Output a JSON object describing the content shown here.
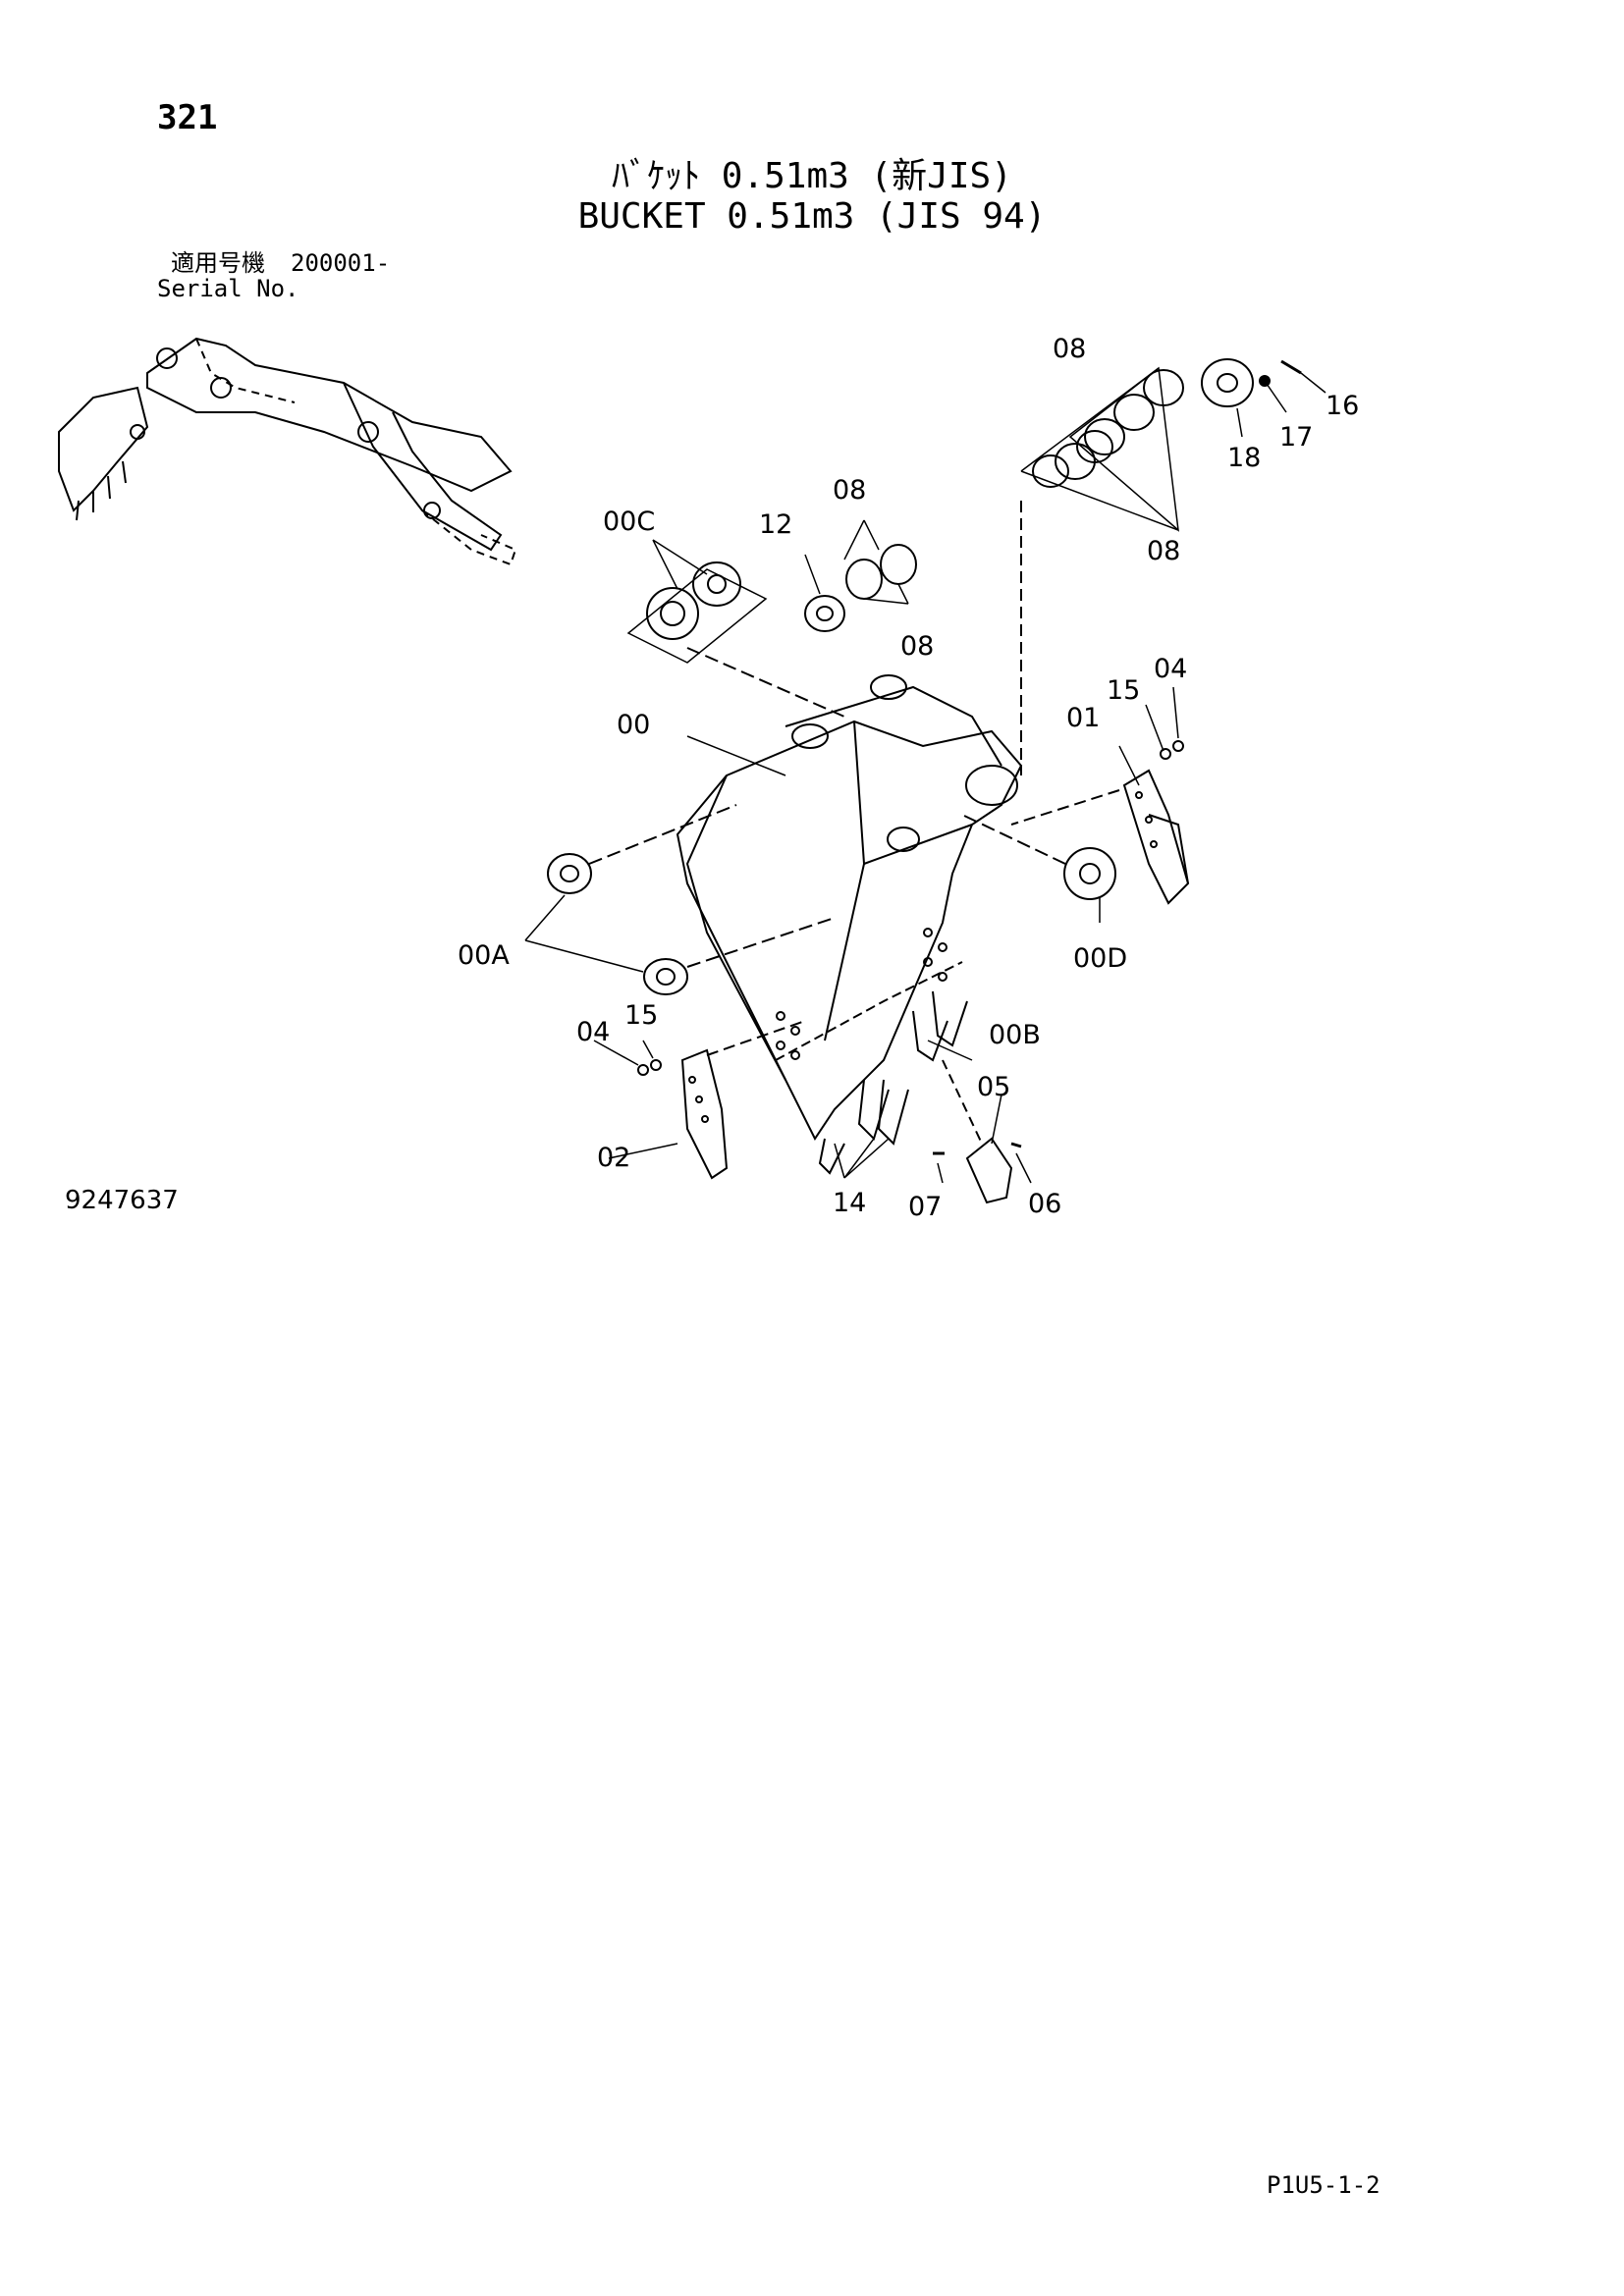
{
  "page_number": "321",
  "title": {
    "japanese": "ﾊﾞｹｯﾄ 0.51m3 (新JIS)",
    "english": "BUCKET 0.51m3 (JIS 94)"
  },
  "serial": {
    "label_jp": "適用号機",
    "value": "200001-",
    "label_en": "Serial No."
  },
  "callouts": {
    "c08_top": "08",
    "c16": "16",
    "c17": "17",
    "c18": "18",
    "c08_right": "08",
    "c00C": "00C",
    "c12": "12",
    "c08_mid": "08",
    "c08_mid2": "08",
    "c00": "00",
    "c15_right": "15",
    "c04_right": "04",
    "c01": "01",
    "c00A": "00A",
    "c00D": "00D",
    "c04_left": "04",
    "c15_left": "15",
    "c00B": "00B",
    "c05": "05",
    "c02": "02",
    "c14": "14",
    "c07": "07",
    "c06": "06"
  },
  "drawing_number": "9247637",
  "page_code": "P1U5-1-2"
}
